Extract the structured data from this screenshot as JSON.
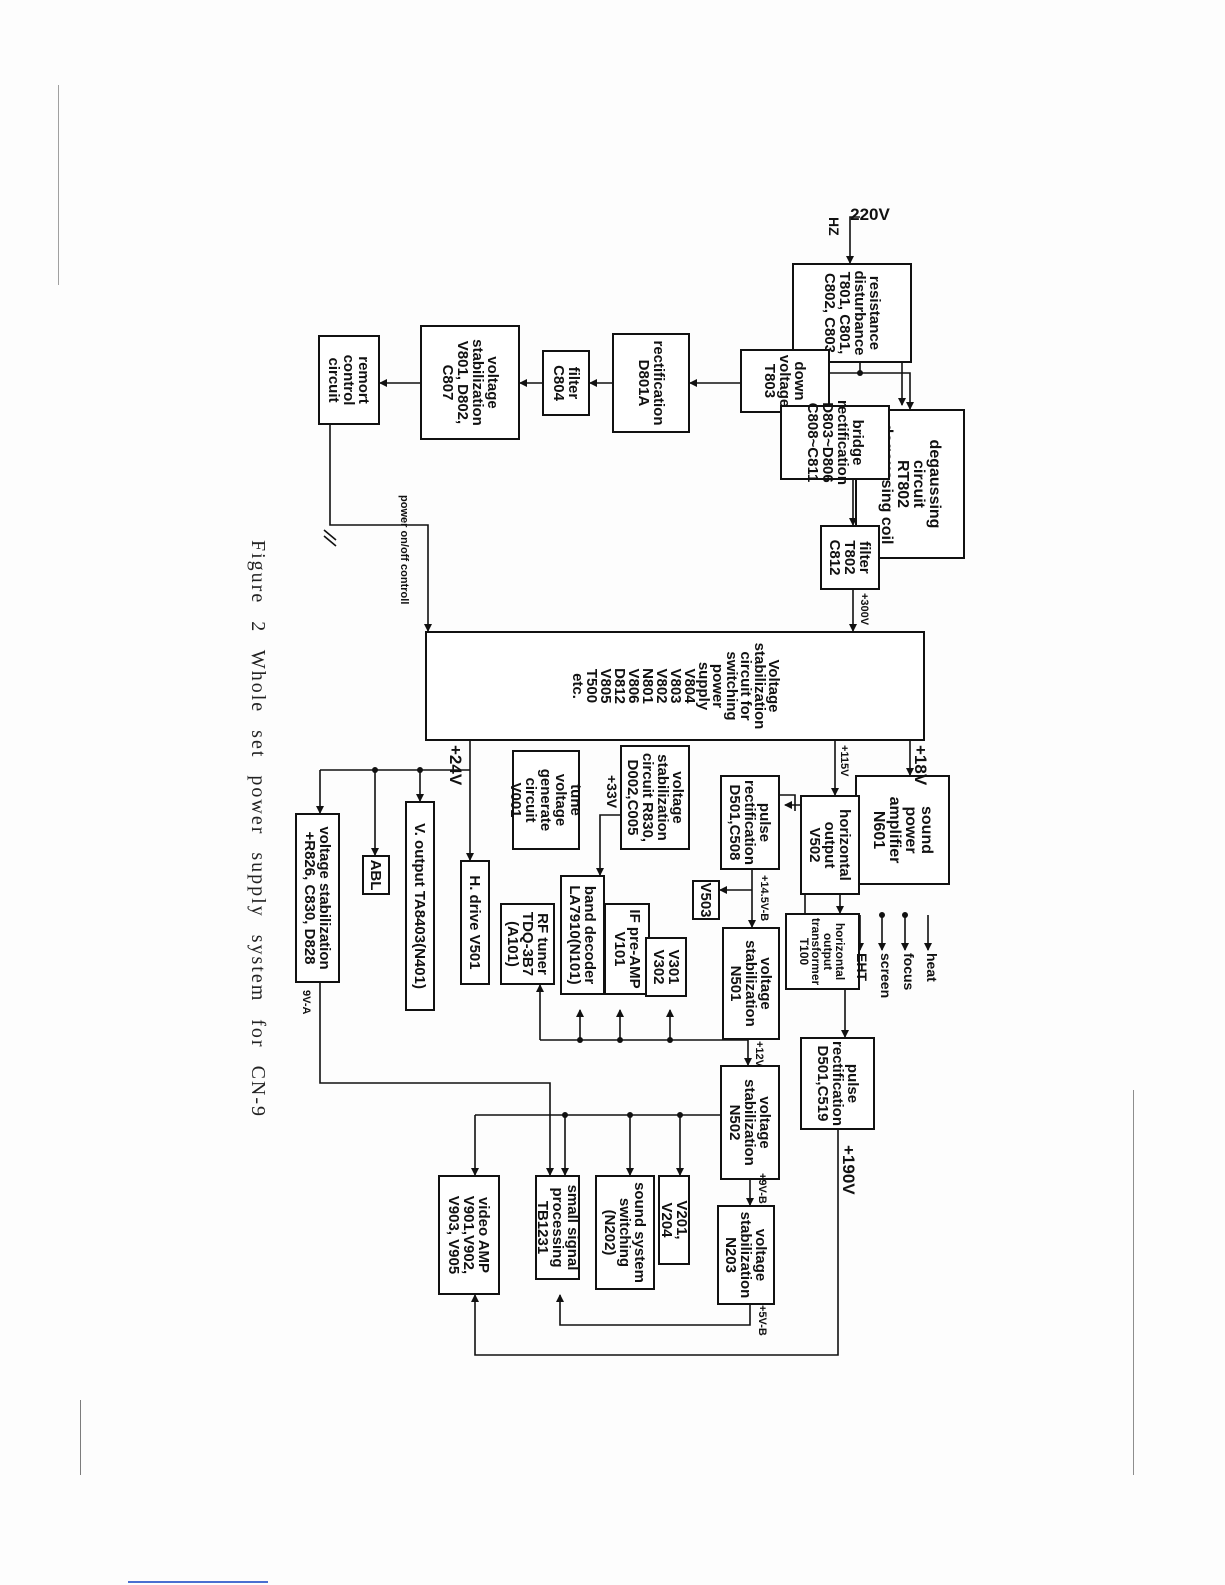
{
  "caption": "Figure 2   Whole set power supply system for CN-9",
  "input": {
    "line1": "220V",
    "line2": "HZ"
  },
  "blocks": {
    "degaussing": "degaussing circuit\nRT802\ndegaussing coil",
    "resistance": "resistance\ndisturbance\nT801, C801,\nC802, C803",
    "down_voltage": "down\nvoltage\nT803",
    "bridge": "bridge\nrectification\nD803~D806\nC808~C811",
    "rect_d801": "rectification\nD801A",
    "filter_c804": "filter\nC804",
    "filter_t802": "filter\nT802\nC812",
    "vs_v801": "voltage\nstabilization\nV801, D802,\nC807",
    "remote": "remort\ncontrol\ncircuit",
    "smps": "Voltage\nstabilization\ncircuit for\nswitching\npower supply\nV804\nV803\nV802\nN801\nV806\nD812\nV805\nT500\netc.",
    "sound_power": "sound power\namplifier\nN601",
    "hor_output": "horizontal\noutput\nV502",
    "pulse_d501_c508": "pulse\nrectification\nD501,C508",
    "hot": "horizontal\noutput\ntransformer\nT100",
    "vs_r830": "voltage\nstabilization\ncircuit R830,\nD002,C005",
    "v503": "V503",
    "tune_voltage": "tune voltage\ngenerate\ncircuit\nV001",
    "h_drive": "H. drive V501",
    "v_output": "V. output TA8403(N401)",
    "abl": "ABL",
    "vs_r826": "voltage stabilization\n+R826, C830, D828",
    "band_decoder": "band decoder\nLA7910(N101)",
    "if_preamp": "IF pre-AMP\nV101",
    "rf_tuner": "RF tuner\nTDQ-3B7\n(A101)",
    "v301_v302": "V301\nV302",
    "vs_n501": "voltage\nstabilization\nN501",
    "pulse_d501_c519": "pulse\nrectification\nD501,C519",
    "vs_n502": "voltage\nstabilization\nN502",
    "vs_n203": "voltage\nstabilization\nN203",
    "v201_v204": "V201, V204",
    "sound_system": "sound system\nswitching\n(N202)",
    "small_signal": "small signal\nprocessing\nTB1231",
    "video_amp": "video AMP\nV901,V902,\nV903, V905"
  },
  "labels": {
    "v300": "+300V",
    "v18": "+18V",
    "v115": "+115V",
    "v24": "+24V",
    "v33": "+33V",
    "v14_5": "+14.5V-B",
    "v12": "+12V",
    "v9b": "+9V-B",
    "v5b": "+5V-B",
    "v190": "+190V",
    "v9a": "9V-A",
    "heat": "heat",
    "focus": "focus",
    "screen": "screen",
    "eht": "EHT",
    "power_ctl": "power on/off controll"
  }
}
